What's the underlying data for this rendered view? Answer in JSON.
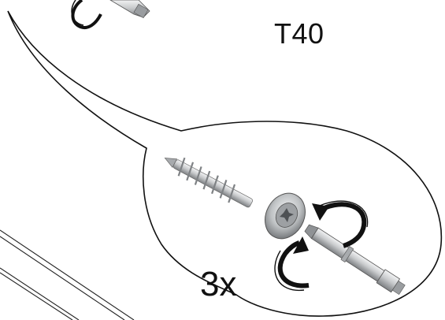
{
  "labels": {
    "bit_size": "T40",
    "repeat_count": "3x"
  },
  "icons": {
    "callout": "detail-callout-bubble",
    "screw": "pan-head-screw-icon",
    "bit": "torx-driver-bit-icon",
    "rotation": "rotation-arrow-icon"
  },
  "colors": {
    "line": "#111111",
    "metal_light": "#d8dadc",
    "metal_dark": "#8a8d90",
    "background": "#ffffff"
  }
}
